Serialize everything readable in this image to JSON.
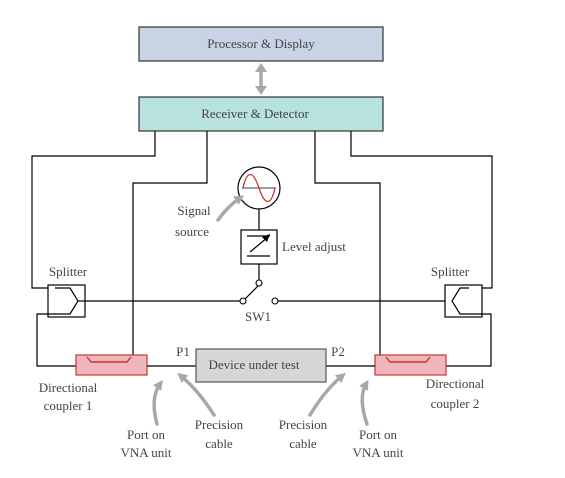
{
  "blocks": {
    "processor": "Processor & Display",
    "receiver": "Receiver & Detector",
    "dut": "Device under test"
  },
  "labels": {
    "signal_source": [
      "Signal",
      "source"
    ],
    "level_adjust": "Level adjust",
    "splitter_left": "Splitter",
    "splitter_right": "Splitter",
    "switch": "SW1",
    "port1": "P1",
    "port2": "P2",
    "coupler1": [
      "Directional",
      "coupler 1"
    ],
    "coupler2": [
      "Directional",
      "coupler 2"
    ],
    "port_left": [
      "Port on",
      "VNA unit"
    ],
    "port_right": [
      "Port on",
      "VNA unit"
    ],
    "cable_left": [
      "Precision",
      "cable"
    ],
    "cable_right": [
      "Precision",
      "cable"
    ]
  },
  "colors": {
    "processor_fill": "#c9d3e6",
    "receiver_fill": "#b8e2df",
    "dut_fill": "#d6d6d6",
    "coupler_fill": "#f1b6bd",
    "coupler_stroke": "#c0392b",
    "arrow": "#a8a8a8",
    "sine": "#c0392b"
  }
}
